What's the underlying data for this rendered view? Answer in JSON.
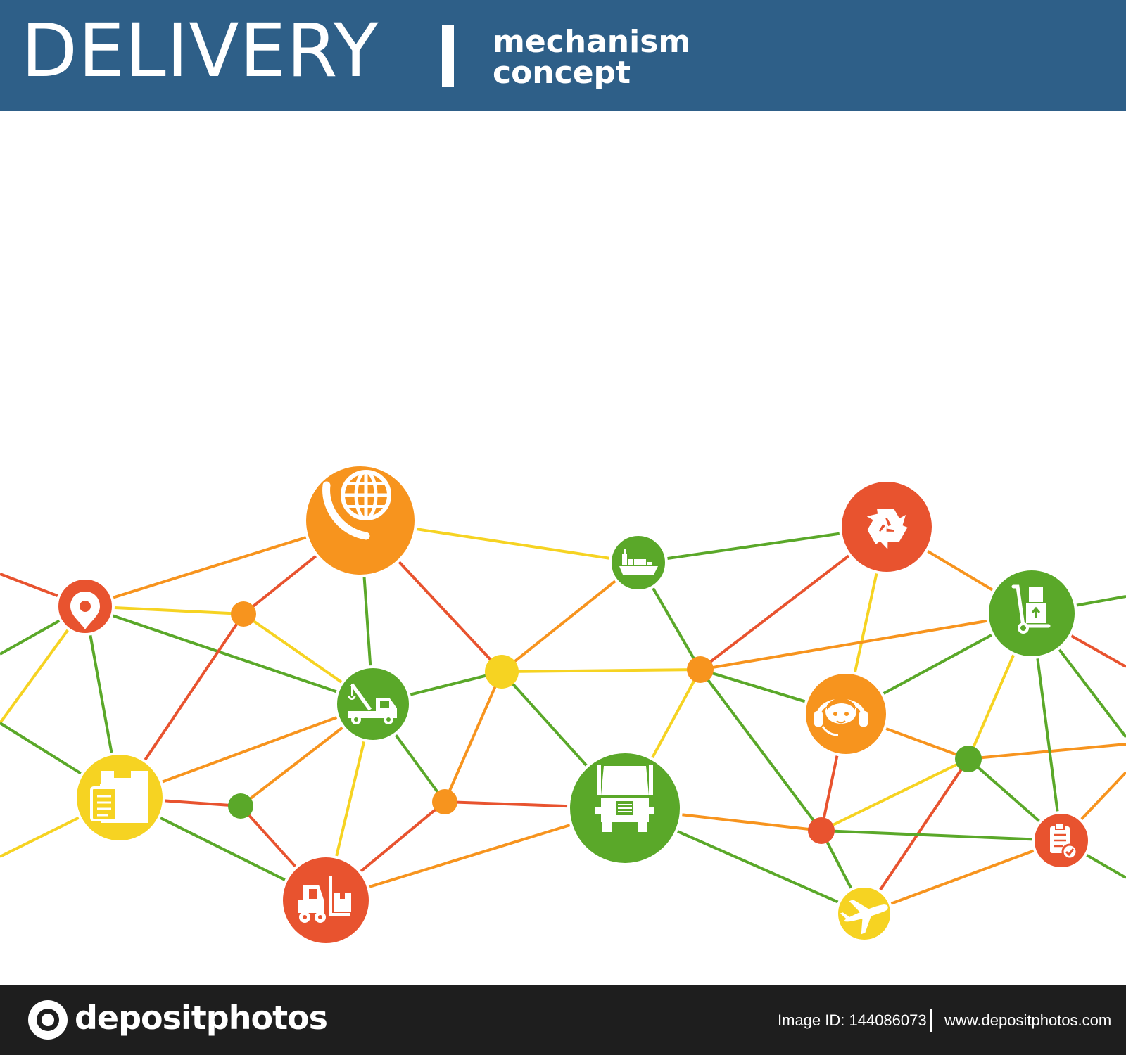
{
  "header": {
    "title": "DELIVERY",
    "subtitle_line1": "mechanism",
    "subtitle_line2": "concept",
    "background_color": "#2e5f88"
  },
  "footer": {
    "logo_text": "depositphotos",
    "image_id": "Image ID: 144086073",
    "site_url": "www.depositphotos.com"
  },
  "colors": {
    "red": "#e8532f",
    "orange": "#f7941e",
    "yellow": "#f6d322",
    "green": "#5aa829"
  },
  "nodes": [
    {
      "id": "location",
      "icon": "location-pin-icon",
      "color": "red"
    },
    {
      "id": "globe",
      "icon": "globe-phone-icon",
      "color": "orange"
    },
    {
      "id": "ship",
      "icon": "cargo-ship-icon",
      "color": "green"
    },
    {
      "id": "recycle",
      "icon": "recycle-icon",
      "color": "red"
    },
    {
      "id": "handtruck",
      "icon": "hand-truck-icon",
      "color": "green"
    },
    {
      "id": "towtruck",
      "icon": "tow-truck-icon",
      "color": "green"
    },
    {
      "id": "support",
      "icon": "support-operator-icon",
      "color": "orange"
    },
    {
      "id": "box",
      "icon": "box-clipboard-icon",
      "color": "yellow"
    },
    {
      "id": "truck",
      "icon": "truck-icon",
      "color": "green"
    },
    {
      "id": "forklift",
      "icon": "forklift-icon",
      "color": "red"
    },
    {
      "id": "plane",
      "icon": "airplane-icon",
      "color": "yellow"
    },
    {
      "id": "checklist",
      "icon": "checklist-icon",
      "color": "red"
    },
    {
      "id": "d1",
      "icon": "",
      "color": "orange"
    },
    {
      "id": "d2",
      "icon": "",
      "color": "yellow"
    },
    {
      "id": "d3",
      "icon": "",
      "color": "orange"
    },
    {
      "id": "d4",
      "icon": "",
      "color": "green"
    },
    {
      "id": "d5",
      "icon": "",
      "color": "orange"
    },
    {
      "id": "d6",
      "icon": "",
      "color": "red"
    },
    {
      "id": "d7",
      "icon": "",
      "color": "green"
    }
  ],
  "edges": [
    [
      "location",
      "globe",
      "orange"
    ],
    [
      "location",
      "d1",
      "yellow"
    ],
    [
      "location",
      "towtruck",
      "green"
    ],
    [
      "location",
      "box",
      "green"
    ],
    [
      "globe",
      "d1",
      "red"
    ],
    [
      "globe",
      "towtruck",
      "green"
    ],
    [
      "globe",
      "ship",
      "yellow"
    ],
    [
      "globe",
      "d2",
      "red"
    ],
    [
      "d1",
      "box",
      "red"
    ],
    [
      "d1",
      "towtruck",
      "yellow"
    ],
    [
      "ship",
      "d2",
      "orange"
    ],
    [
      "ship",
      "recycle",
      "green"
    ],
    [
      "ship",
      "d3",
      "green"
    ],
    [
      "d2",
      "towtruck",
      "green"
    ],
    [
      "d2",
      "d3",
      "yellow"
    ],
    [
      "d2",
      "truck",
      "green"
    ],
    [
      "d2",
      "d5",
      "orange"
    ],
    [
      "recycle",
      "d3",
      "red"
    ],
    [
      "recycle",
      "handtruck",
      "orange"
    ],
    [
      "recycle",
      "support",
      "yellow"
    ],
    [
      "d3",
      "handtruck",
      "orange"
    ],
    [
      "d3",
      "support",
      "green"
    ],
    [
      "d3",
      "truck",
      "yellow"
    ],
    [
      "d3",
      "d6",
      "green"
    ],
    [
      "handtruck",
      "support",
      "green"
    ],
    [
      "handtruck",
      "d7",
      "yellow"
    ],
    [
      "handtruck",
      "checklist",
      "green"
    ],
    [
      "towtruck",
      "box",
      "orange"
    ],
    [
      "towtruck",
      "d4",
      "orange"
    ],
    [
      "towtruck",
      "forklift",
      "yellow"
    ],
    [
      "towtruck",
      "d5",
      "green"
    ],
    [
      "box",
      "d4",
      "red"
    ],
    [
      "box",
      "forklift",
      "green"
    ],
    [
      "d4",
      "forklift",
      "red"
    ],
    [
      "d5",
      "truck",
      "red"
    ],
    [
      "d5",
      "forklift",
      "red"
    ],
    [
      "truck",
      "forklift",
      "orange"
    ],
    [
      "truck",
      "d6",
      "orange"
    ],
    [
      "truck",
      "plane",
      "green"
    ],
    [
      "support",
      "d7",
      "orange"
    ],
    [
      "support",
      "d6",
      "red"
    ],
    [
      "d7",
      "d6",
      "yellow"
    ],
    [
      "d7",
      "checklist",
      "green"
    ],
    [
      "d7",
      "plane",
      "red"
    ],
    [
      "d6",
      "checklist",
      "green"
    ],
    [
      "d6",
      "plane",
      "green"
    ],
    [
      "plane",
      "checklist",
      "orange"
    ]
  ]
}
